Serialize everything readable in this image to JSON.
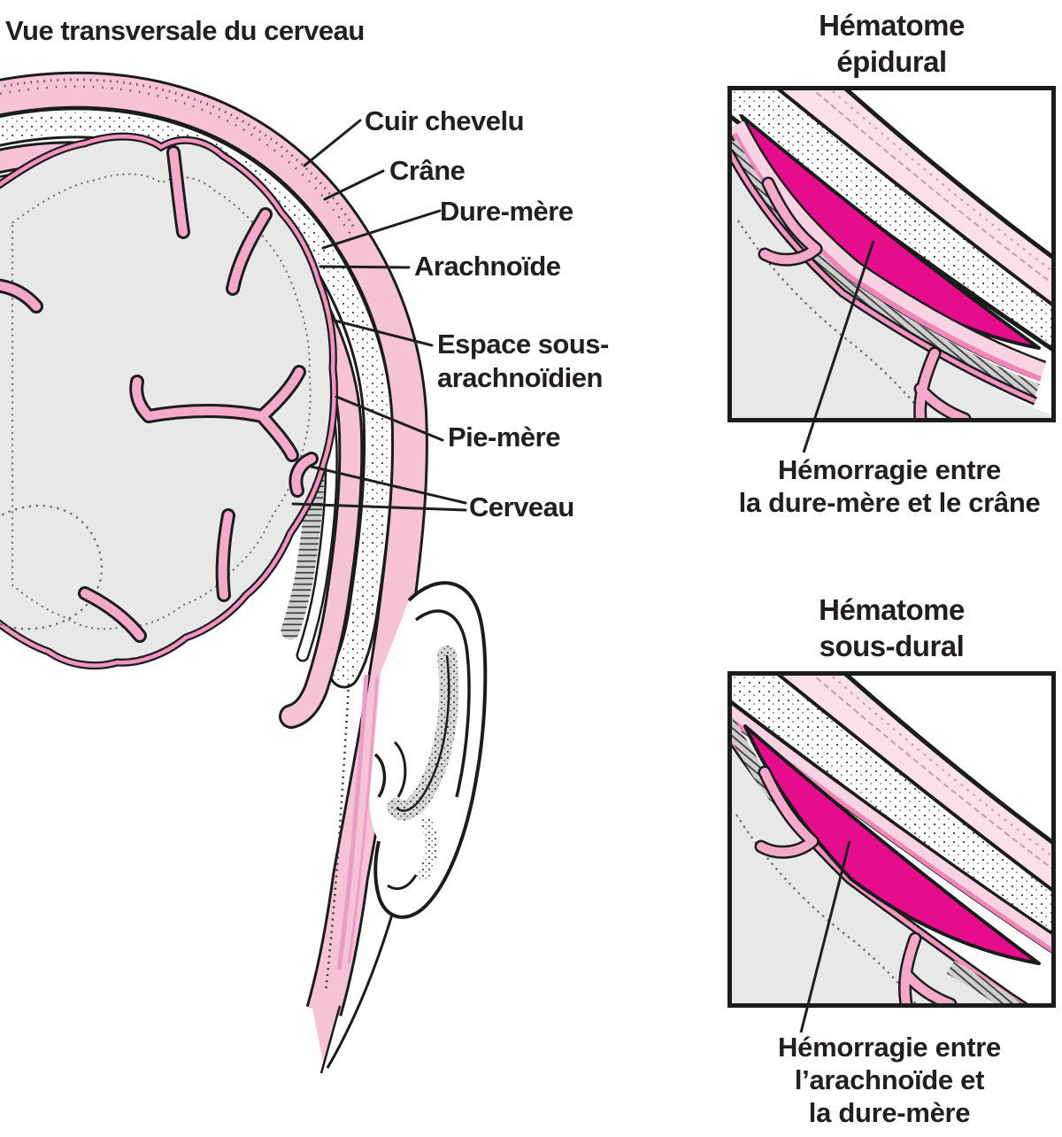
{
  "main": {
    "title": "Vue transversale du cerveau",
    "labels": {
      "cuir_chevelu": "Cuir chevelu",
      "crane": "Crâne",
      "dure_mere": "Dure-mère",
      "arachnoide": "Arachnoïde",
      "espace_line1": "Espace sous-",
      "espace_line2": "arachnoïdien",
      "pie_mere": "Pie-mère",
      "cerveau": "Cerveau"
    }
  },
  "panels": {
    "epidural": {
      "title_line1": "Hématome",
      "title_line2": "épidural",
      "caption_line1": "Hémorragie entre",
      "caption_line2": "la dure-mère et le crâne"
    },
    "subdural": {
      "title_line1": "Hématome",
      "title_line2": "sous-dural",
      "caption_line1": "Hémorragie entre",
      "caption_line2": "l’arachnoïde et",
      "caption_line3": "la dure-mère"
    }
  },
  "colors": {
    "hematoma_magenta": "#e60d8d",
    "scalp_pink": "#f6c3d6",
    "pale_pink": "#fbdfe9",
    "pia_pink": "#f294bd",
    "brain_gray": "#e9e8e8",
    "outline_black": "#1c1c1c",
    "text_dark": "#231f20"
  }
}
